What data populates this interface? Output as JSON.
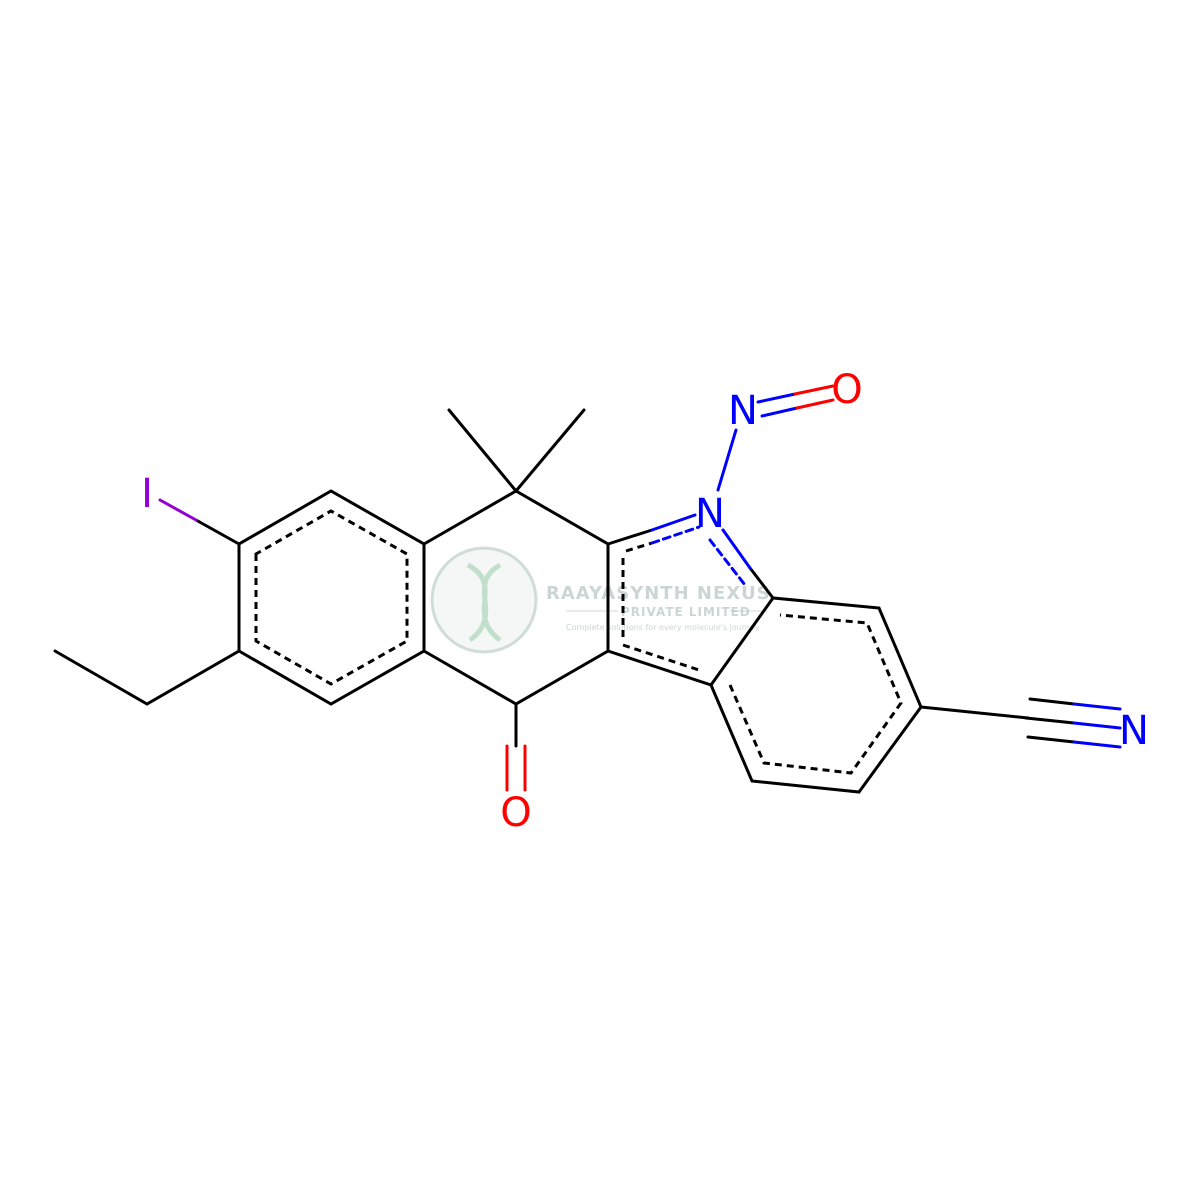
{
  "atoms": {
    "iodine": "I",
    "indole_nitrogen": "N",
    "nitroso_nitrogen": "N",
    "nitroso_oxygen": "O",
    "ketone_oxygen": "O",
    "nitrile_nitrogen": "N"
  },
  "watermark": {
    "title": "RAAYASYNTH NEXUS",
    "subtitle": "PRIVATE LIMITED",
    "tagline": "Complete solutions for every molecule's journey"
  },
  "colors": {
    "bond": "#000000",
    "nitrogen": "#0000ff",
    "oxygen": "#ff0000",
    "iodine": "#9400d3",
    "watermark": "#8fa3a3"
  }
}
